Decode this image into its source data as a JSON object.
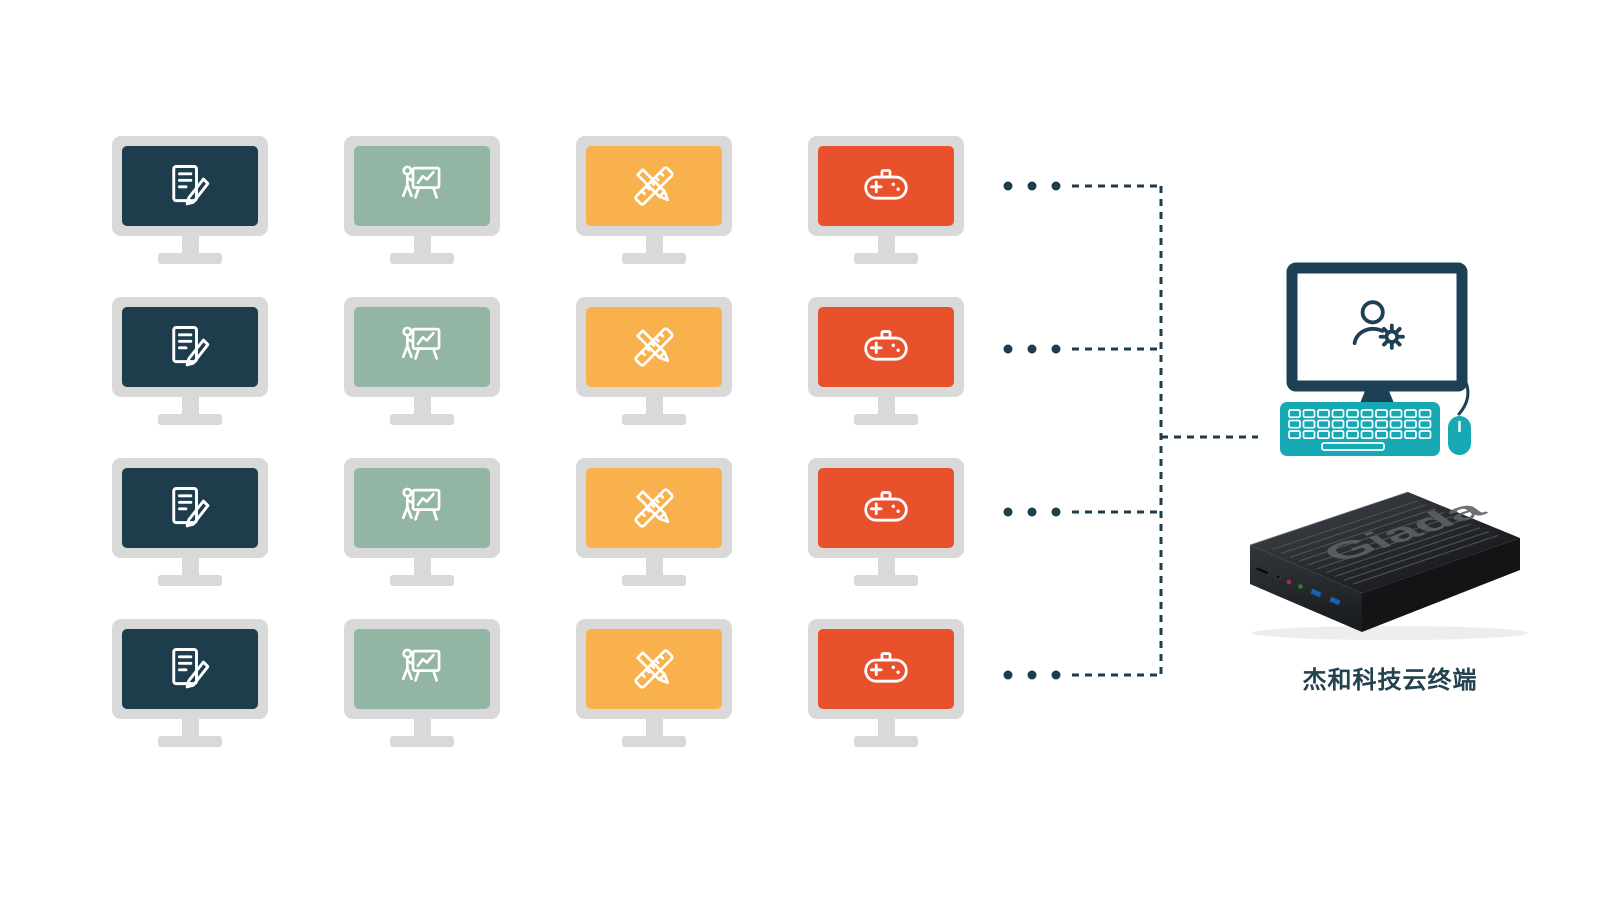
{
  "grid": {
    "rows": 4,
    "bezel_color": "#d9d9d9",
    "columns": [
      {
        "id": "document",
        "icon": "document-edit-icon",
        "screen_color": "#1d3c4c"
      },
      {
        "id": "presentation",
        "icon": "presentation-icon",
        "screen_color": "#93b5a3"
      },
      {
        "id": "design",
        "icon": "design-tools-icon",
        "screen_color": "#f9b14e"
      },
      {
        "id": "game",
        "icon": "gamepad-icon",
        "screen_color": "#e8512b"
      }
    ]
  },
  "connections": {
    "line_color": "#1d3c4c",
    "line_style": "dashed",
    "rows_linked": 4,
    "ellipsis_dots_per_row": 3
  },
  "workstation": {
    "monitor_icon": "user-gear-icon",
    "outline_color": "#1d4055",
    "keyboard_color": "#16a9b4"
  },
  "device": {
    "brand": "Giada",
    "label": "杰和科技云终端"
  }
}
